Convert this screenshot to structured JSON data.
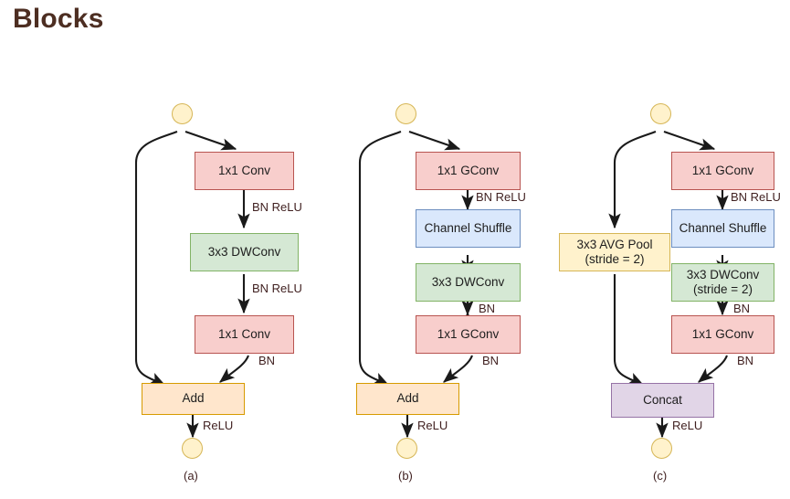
{
  "page": {
    "title": "Blocks",
    "title_color": "#4d2e22",
    "background": "#ffffff"
  },
  "palette": {
    "pink_fill": "#f8cecc",
    "pink_border": "#b85450",
    "green_fill": "#d5e8d4",
    "green_border": "#82b366",
    "blue_fill": "#dae8fc",
    "blue_border": "#6c8ebf",
    "orange_fill": "#ffe6cc",
    "orange_border": "#d79b00",
    "yellow_fill": "#fff2cc",
    "yellow_border": "#d6b656",
    "purple_fill": "#e1d5e7",
    "purple_border": "#9673a6",
    "edge": "#1a1a1a",
    "label_text": "#3f1f1f"
  },
  "diagrams": [
    {
      "id": "a",
      "caption": "(a)",
      "input_node": "input-dot",
      "nodes": [
        {
          "name": "conv1",
          "label": "1x1 Conv",
          "style": "pink"
        },
        {
          "name": "dwconv",
          "label": "3x3 DWConv",
          "style": "green"
        },
        {
          "name": "conv2",
          "label": "1x1 Conv",
          "style": "pink"
        },
        {
          "name": "add",
          "label": "Add",
          "style": "orange"
        }
      ],
      "edge_labels": [
        "BN ReLU",
        "BN ReLU",
        "BN",
        "ReLU"
      ]
    },
    {
      "id": "b",
      "caption": "(b)",
      "input_node": "input-dot",
      "nodes": [
        {
          "name": "gconv1",
          "label": "1x1 GConv",
          "style": "pink"
        },
        {
          "name": "shuffle",
          "label": "Channel Shuffle",
          "style": "blue"
        },
        {
          "name": "dwconv",
          "label": "3x3 DWConv",
          "style": "green"
        },
        {
          "name": "gconv2",
          "label": "1x1 GConv",
          "style": "pink"
        },
        {
          "name": "add",
          "label": "Add",
          "style": "orange"
        }
      ],
      "edge_labels": [
        "BN ReLU",
        "",
        "BN",
        "BN",
        "ReLU"
      ]
    },
    {
      "id": "c",
      "caption": "(c)",
      "input_node": "input-dot",
      "nodes": [
        {
          "name": "avgpool",
          "label": "3x3 AVG Pool",
          "label2": "(stride = 2)",
          "style": "yellow"
        },
        {
          "name": "gconv1",
          "label": "1x1 GConv",
          "style": "pink"
        },
        {
          "name": "shuffle",
          "label": "Channel Shuffle",
          "style": "blue"
        },
        {
          "name": "dwconv",
          "label": "3x3 DWConv",
          "label2": "(stride = 2)",
          "style": "green"
        },
        {
          "name": "gconv2",
          "label": "1x1 GConv",
          "style": "pink"
        },
        {
          "name": "concat",
          "label": "Concat",
          "style": "purple"
        }
      ],
      "edge_labels": [
        "BN ReLU",
        "",
        "BN",
        "BN",
        "ReLU"
      ]
    }
  ]
}
